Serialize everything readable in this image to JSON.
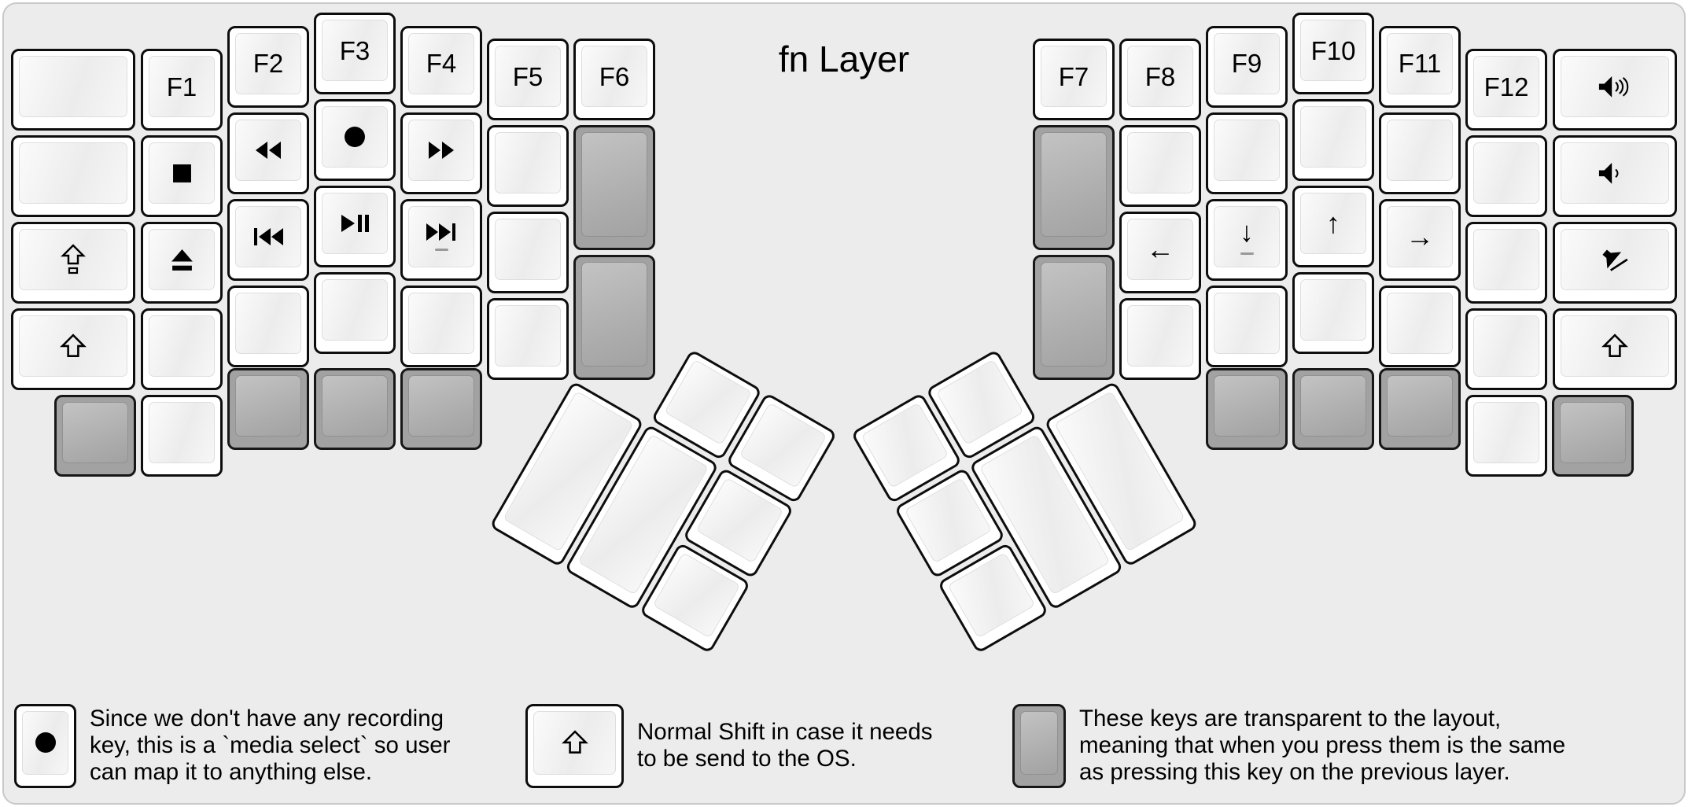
{
  "title": "fn Layer",
  "colors": {
    "background": "#ececec",
    "panel_border": "#c9c9c9",
    "key_face": "#ffffff",
    "key_border": "#0d0d0d",
    "transparent_key": "#a2a2a2",
    "label": "#000000",
    "homing_bar": "#999999"
  },
  "keyboard": {
    "left": {
      "columns": [
        {
          "name": "col-outer",
          "keys": [
            {},
            {},
            {
              "icon": "caps-lock"
            },
            {
              "icon": "shift"
            }
          ]
        },
        {
          "name": "col-f1",
          "keys": [
            {
              "label": "F1"
            },
            {
              "icon": "stop"
            },
            {
              "icon": "eject"
            },
            {}
          ]
        },
        {
          "name": "col-f2",
          "keys": [
            {
              "label": "F2"
            },
            {
              "icon": "rewind"
            },
            {
              "icon": "prev-track"
            },
            {}
          ]
        },
        {
          "name": "col-f3",
          "keys": [
            {
              "label": "F3"
            },
            {
              "icon": "record"
            },
            {
              "icon": "play-pause"
            },
            {}
          ]
        },
        {
          "name": "col-f4",
          "keys": [
            {
              "label": "F4"
            },
            {
              "icon": "fast-forward"
            },
            {
              "icon": "next-track",
              "homing": true
            },
            {}
          ]
        },
        {
          "name": "col-f5",
          "keys": [
            {
              "label": "F5"
            },
            {},
            {},
            {}
          ]
        },
        {
          "name": "col-f6-inner",
          "keys": [
            {
              "label": "F6"
            },
            {
              "transparent": true
            },
            {
              "transparent": true
            }
          ]
        }
      ],
      "bottom_row": [
        {
          "transparent": true
        },
        {},
        {
          "transparent": true
        },
        {
          "transparent": true
        },
        {
          "transparent": true
        }
      ],
      "thumb_cluster": [
        {},
        {},
        {},
        {},
        {},
        {}
      ]
    },
    "right": {
      "columns": [
        {
          "name": "col-f7-inner",
          "keys": [
            {
              "label": "F7"
            },
            {
              "transparent": true
            },
            {
              "transparent": true
            }
          ]
        },
        {
          "name": "col-f8",
          "keys": [
            {
              "label": "F8"
            },
            {},
            {
              "icon": "arrow-left"
            },
            {}
          ]
        },
        {
          "name": "col-f9",
          "keys": [
            {
              "label": "F9"
            },
            {},
            {
              "icon": "arrow-down",
              "homing": true
            },
            {}
          ]
        },
        {
          "name": "col-f10",
          "keys": [
            {
              "label": "F10"
            },
            {},
            {
              "icon": "arrow-up"
            },
            {}
          ]
        },
        {
          "name": "col-f11",
          "keys": [
            {
              "label": "F11"
            },
            {},
            {
              "icon": "arrow-right"
            },
            {}
          ]
        },
        {
          "name": "col-f12",
          "keys": [
            {
              "label": "F12"
            },
            {},
            {},
            {}
          ]
        },
        {
          "name": "col-volume",
          "keys": [
            {
              "icon": "volume-up"
            },
            {
              "icon": "volume-down"
            },
            {
              "icon": "mute"
            },
            {
              "icon": "shift"
            }
          ]
        }
      ],
      "bottom_row": [
        {
          "transparent": true
        },
        {
          "transparent": true
        },
        {
          "transparent": true
        },
        {},
        {
          "transparent": true
        }
      ],
      "thumb_cluster": [
        {},
        {},
        {},
        {},
        {},
        {}
      ]
    }
  },
  "legend": [
    {
      "key_icon": "record",
      "transparent": false,
      "lines": [
        "Since we don't have any recording",
        "key, this is a `media select` so user",
        "can map it to anything else."
      ]
    },
    {
      "key_icon": "shift",
      "transparent": false,
      "lines": [
        "Normal Shift in case it needs",
        "to be send to the OS."
      ]
    },
    {
      "key_icon": "none",
      "transparent": true,
      "lines": [
        "These keys are transparent to the layout,",
        "meaning that when you press them is the same",
        "as pressing this key on the previous layer."
      ]
    }
  ]
}
